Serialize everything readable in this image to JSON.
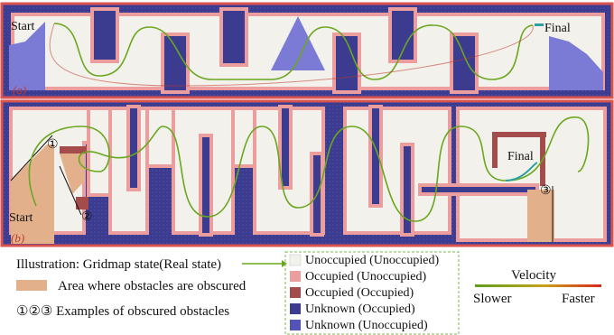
{
  "panels": {
    "a": {
      "label": "(a)",
      "start": "Start",
      "final": "Final"
    },
    "b": {
      "label": "(b)",
      "start": "Start",
      "final": "Final"
    }
  },
  "markers": [
    "①",
    "②",
    "③"
  ],
  "illustration": {
    "title": "Illustration: Gridmap state(Real state)",
    "obscured_area": "Area where obstacles are obscured",
    "examples": "①②③  Examples of obscured obstacles"
  },
  "gridmap_legend": [
    {
      "label": "Unoccupied (Unoccupied)",
      "color": "#f2f1ec"
    },
    {
      "label": "Occupied (Unoccupied)",
      "color": "#ec9e9e"
    },
    {
      "label": "Occupied (Occupied)",
      "color": "#a44b4b"
    },
    {
      "label": "Unknown (Occupied)",
      "color": "#3b3b8f"
    },
    {
      "label": "Unknown (Unoccupied)",
      "color": "#5353b8"
    }
  ],
  "velocity": {
    "title": "Velocity",
    "slow": "Slower",
    "fast": "Faster"
  },
  "colors": {
    "free": "#f2f1ec",
    "inflated": "#ec9e9e",
    "occupied_edge": "#d9534f",
    "obscured": "#e3b08c",
    "unknown_dark": "#3b3b8f",
    "unknown_light": "#6f6fc8",
    "path_slow": "#5aa01e",
    "path_fast": "#d9261c"
  }
}
